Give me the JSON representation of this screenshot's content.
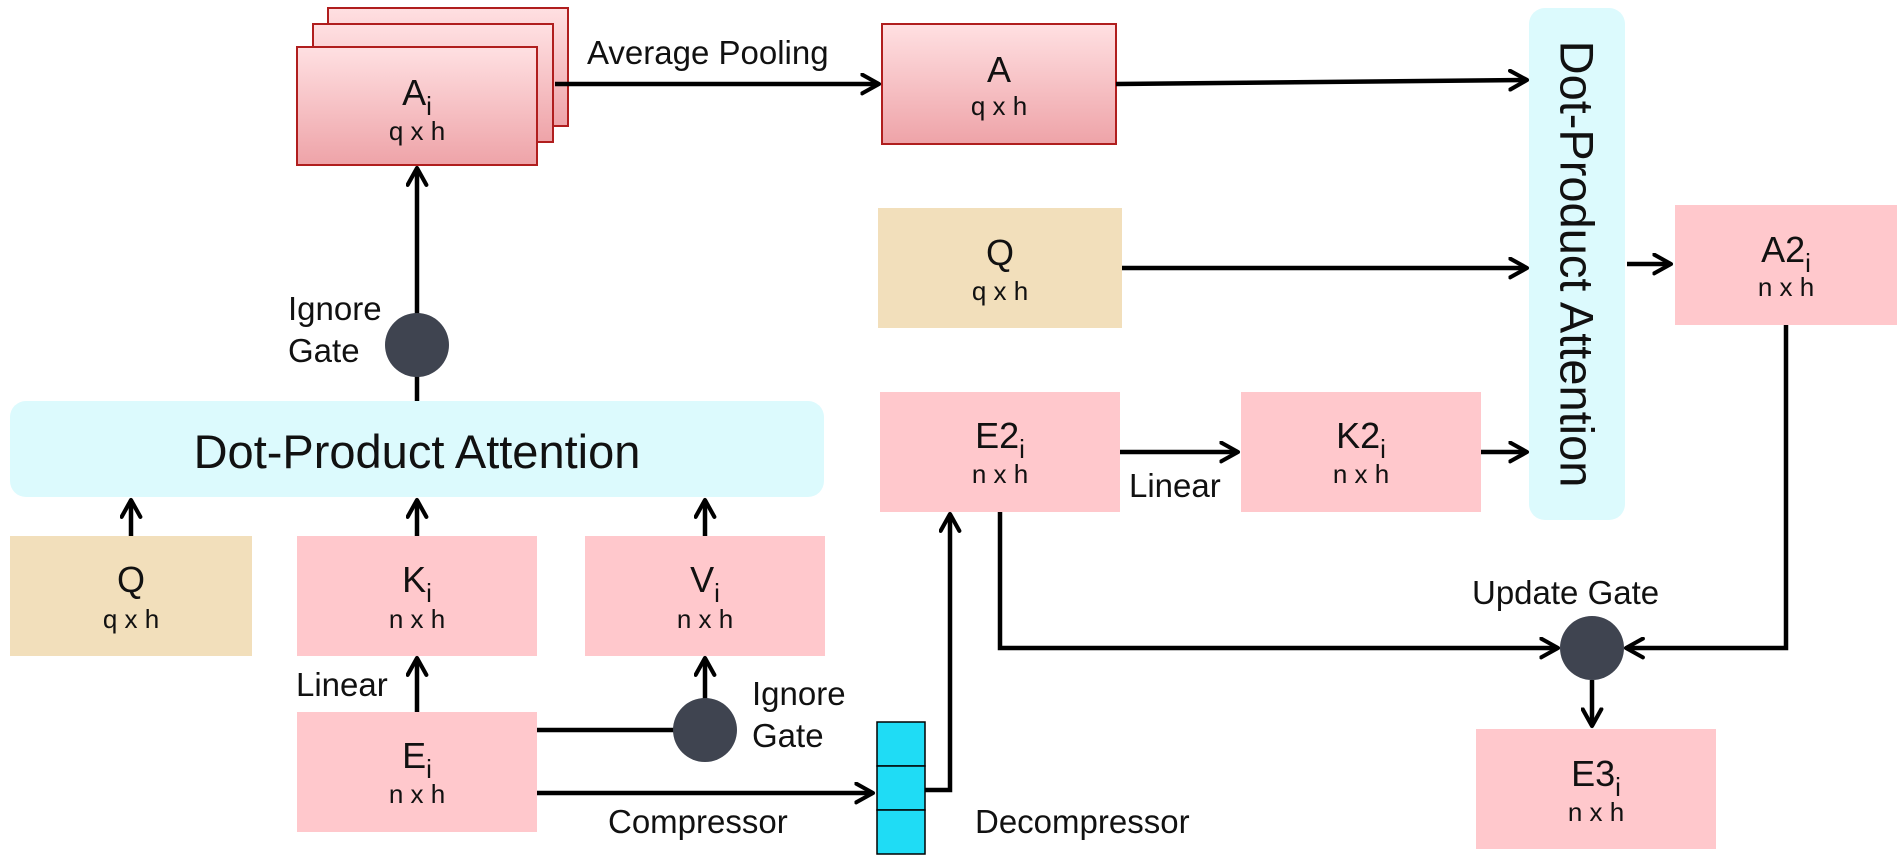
{
  "colors": {
    "pink": "#ffc8cc",
    "pink_grad_top": "#ffe0e2",
    "pink_grad_bottom": "#eea3a8",
    "pink_border": "#b01e1e",
    "tan": "#f2dfbb",
    "attention": "#dcfafd",
    "compressor_cells": "#1fdcf5",
    "gate": "#3f4450",
    "arrow": "#000000"
  },
  "nodes": {
    "ai_stack": {
      "main": "A",
      "sub": "i",
      "dims": "q x h",
      "icon": "stacked-boxes"
    },
    "a": {
      "main": "A",
      "sub": "",
      "dims": "q x h"
    },
    "q_right": {
      "main": "Q",
      "sub": "",
      "dims": "q x h"
    },
    "e2": {
      "main": "E2",
      "sub": "i",
      "dims": "n x h"
    },
    "k2": {
      "main": "K2",
      "sub": "i",
      "dims": "n x h"
    },
    "a2": {
      "main": "A2",
      "sub": "i",
      "dims": "n x h"
    },
    "e3": {
      "main": "E3",
      "sub": "i",
      "dims": "n x h"
    },
    "q_left": {
      "main": "Q",
      "sub": "",
      "dims": "q x h"
    },
    "ki": {
      "main": "K",
      "sub": "i",
      "dims": "n x h"
    },
    "vi": {
      "main": "V",
      "sub": "i",
      "dims": "n x h"
    },
    "ei": {
      "main": "E",
      "sub": "i",
      "dims": "n x h"
    },
    "compressor_stack": {
      "cells": 3,
      "icon": "stacked-cells"
    }
  },
  "attention_blocks": {
    "left": "Dot-Product Attention",
    "right": "Dot-Product Attention"
  },
  "gates": {
    "ignore_top": {
      "line1": "Ignore",
      "line2": "Gate"
    },
    "ignore_bottom": {
      "line1": "Ignore",
      "line2": "Gate"
    },
    "update": {
      "label": "Update Gate"
    }
  },
  "edge_labels": {
    "average_pooling": "Average Pooling",
    "linear_left": "Linear",
    "linear_right": "Linear",
    "compressor": "Compressor",
    "decompressor": "Decompressor"
  }
}
